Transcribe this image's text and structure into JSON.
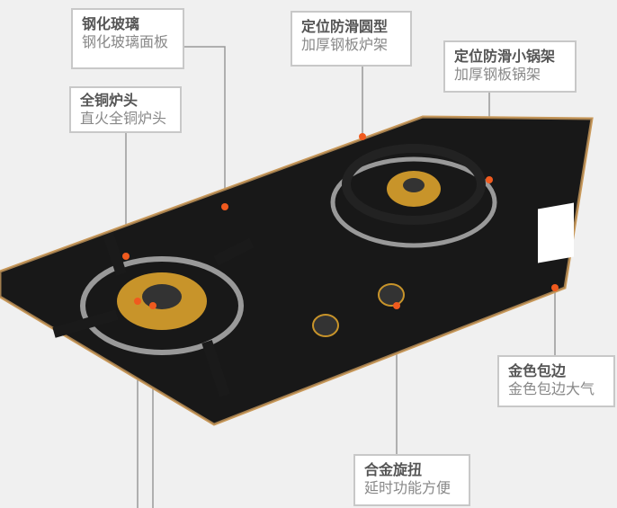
{
  "callouts": [
    {
      "title": "钢化玻璃",
      "subtitle": "钢化玻璃面板"
    },
    {
      "title": "全铜炉头",
      "subtitle": "直火全铜炉头"
    },
    {
      "title": "定位防滑圆型",
      "subtitle": "加厚钢板炉架"
    },
    {
      "title": "定位防滑小锅架",
      "subtitle": "加厚钢板锅架"
    },
    {
      "title": "金色包边",
      "subtitle": "金色包边大气"
    },
    {
      "title": "合金旋扭",
      "subtitle": "延时功能方便"
    }
  ],
  "colors": {
    "background": "#f0f0f0",
    "glass": "#111111",
    "trim": "#c9995a",
    "marker": "#f05a1e",
    "brass": "#c8942a"
  }
}
